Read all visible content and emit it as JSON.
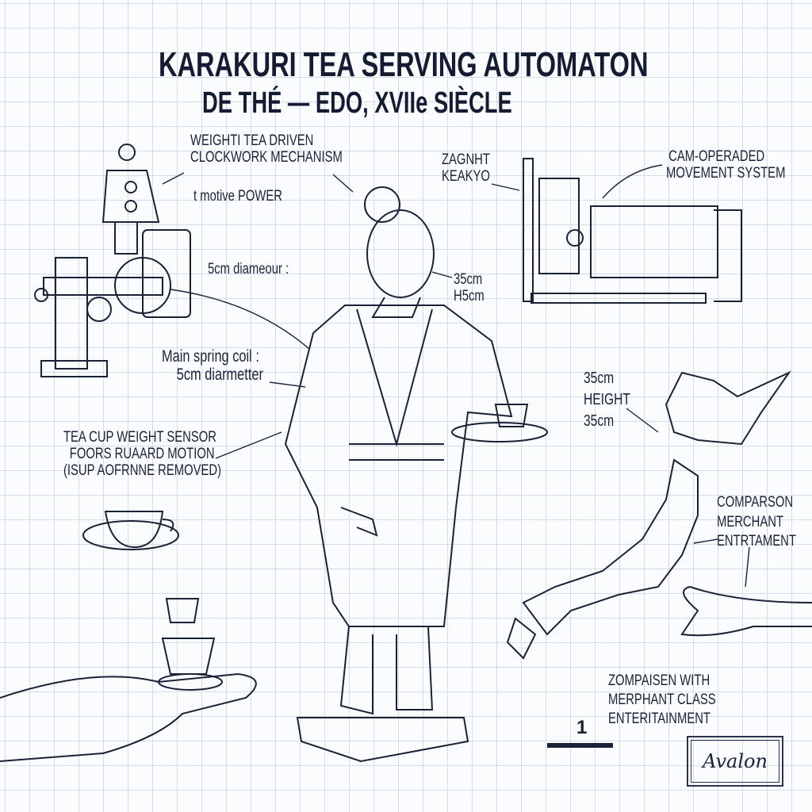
{
  "header": {
    "title": "KARAKURI TEA SERVING AUTOMATON",
    "subtitle": "DE THÉ — EDO, XVIIe SIÈCLE"
  },
  "annotations": {
    "clockwork": [
      "WEIGHTI TEA DRIVEN",
      "CLOCKWORK MECHANISM"
    ],
    "motive_power": "t motive POWER",
    "diameter_short": "5cm diameour :",
    "head_size": [
      "35cm",
      "H5cm"
    ],
    "main_spring": [
      "Main spring coil :",
      "5cm diarmetter"
    ],
    "tea_cup_sensor": [
      "TEA CUP WEIGHT SENSOR",
      "FOORS RUAARD MOTION",
      "(ISUP AOFRNNE REMOVED)"
    ],
    "zagnht": [
      "ZAGNHT",
      "KEAKYO"
    ],
    "cam": [
      "CAM-OPERADED",
      "MOVEMENT SYSTEM"
    ],
    "height": [
      "35cm",
      "HEIGHT",
      "35cm"
    ],
    "comparison_right": [
      "COMPARSON",
      "MERCHANT",
      "ENTRTAMENT"
    ],
    "comparison_bottom": [
      "ZOMPAISEN WITH",
      "MERPHANT CLASS",
      "ENTERITAINMENT"
    ]
  },
  "page_number": "1",
  "stamp": "Avalon",
  "colors": {
    "ink": "#1a2238",
    "grid": "#d5dce8",
    "paper": "#fbfcfe"
  }
}
